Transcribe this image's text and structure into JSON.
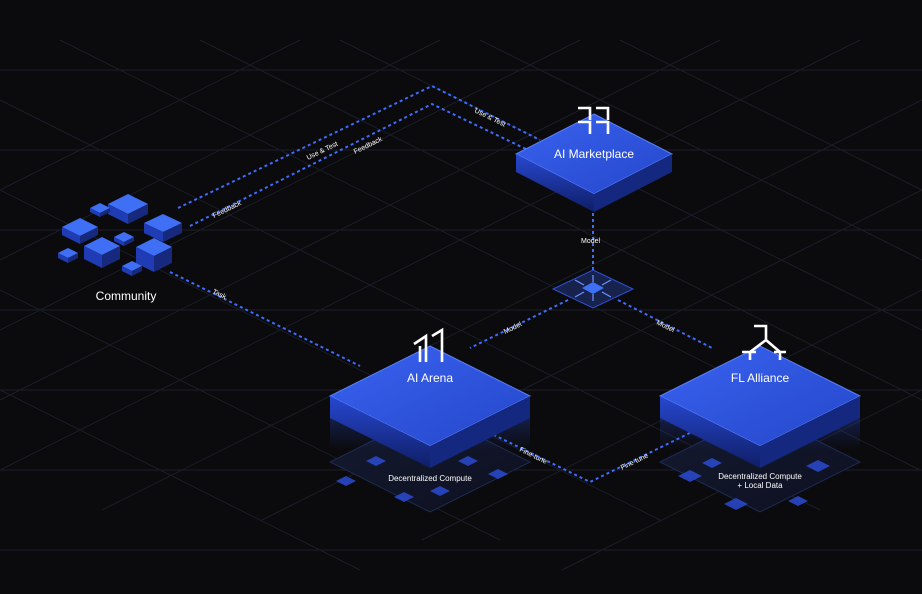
{
  "nodes": {
    "community": "Community",
    "marketplace": "AI Marketplace",
    "arena": "AI Arena",
    "alliance": "FL Alliance",
    "arena_compute": "Decentralized Compute",
    "alliance_compute_1": "Decentralized Compute",
    "alliance_compute_2": "+ Local Data"
  },
  "edges": {
    "use_test_1": "Use & Test",
    "use_test_2": "Use & Test",
    "feedback_1": "Feedback",
    "feedback_2": "Feedback",
    "task": "Task",
    "model_up": "Model",
    "model_arena": "Model",
    "model_alliance": "Model",
    "finetune_1": "Fine-tune",
    "finetune_2": "Fine-tune"
  },
  "colors": {
    "background": "#0b0b0d",
    "grid": "#1b1e2a",
    "flow": "#3d6cff",
    "platform_top": "#2f55e8",
    "platform_side": "#1b34a8",
    "text": "#ffffff"
  },
  "icons": {
    "marketplace": "marketplace-logo-icon",
    "arena": "arena-logo-icon",
    "alliance": "alliance-logo-icon",
    "hub": "hub-chip-icon"
  }
}
